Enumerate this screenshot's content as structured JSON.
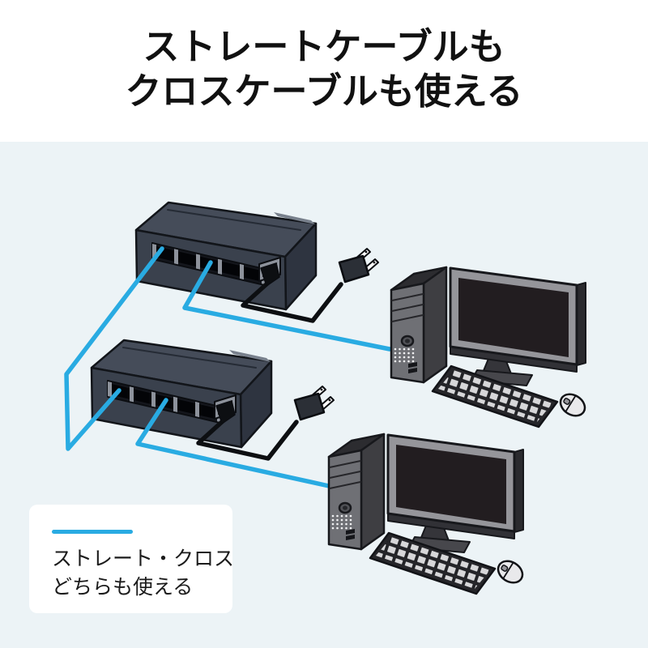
{
  "title": {
    "line1": "ストレートケーブルも",
    "line2": "クロスケーブルも使える"
  },
  "legend": {
    "line1": "ストレート・クロス",
    "line2": "どちらも使える"
  },
  "colors": {
    "background_top": "#ffffff",
    "background_illustration": "#ecf3f6",
    "lan_cable": "#29abe2",
    "power_cable": "#0d0f12",
    "switch_body": "#3a414d",
    "computer_tower": "#6f7075",
    "monitor_screen": "#221d20",
    "title_text": "#111111",
    "legend_text": "#1b1b1b",
    "legend_background": "#ffffff"
  },
  "illustration": {
    "description": "Two 5-port LAN switches and two desktop computers connected by cyan LAN cables; each switch has a black power cord ending in a two-prong plug",
    "switches": [
      {
        "name": "switch-1",
        "ports": 5
      },
      {
        "name": "switch-2",
        "ports": 5
      }
    ],
    "computers": [
      {
        "name": "computer-1"
      },
      {
        "name": "computer-2"
      }
    ],
    "lan_cables": [
      {
        "name": "cable-switch1-switch2",
        "from": "switch-1",
        "to": "switch-2"
      },
      {
        "name": "cable-switch1-computer1",
        "from": "switch-1",
        "to": "computer-1"
      },
      {
        "name": "cable-switch2-computer2",
        "from": "switch-2",
        "to": "computer-2"
      }
    ]
  }
}
